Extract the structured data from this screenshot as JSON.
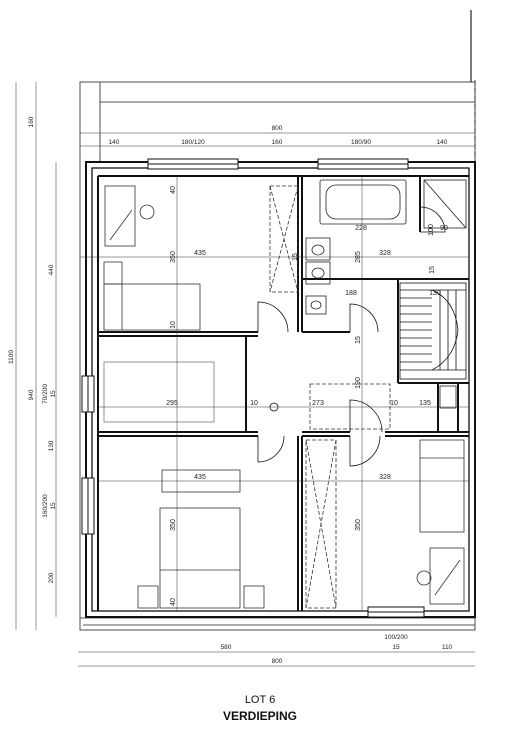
{
  "caption": {
    "lot": "LOT 6",
    "level": "VERDIEPING"
  },
  "dimensions": {
    "top_total": "800",
    "top_segments": [
      "140",
      "180/120",
      "160",
      "180/90",
      "140"
    ],
    "bottom_segments": [
      "580",
      "15",
      "110"
    ],
    "bottom_total": "800",
    "bottom_window": "100/200",
    "left_outer": "1100",
    "left_inner": "940",
    "left_overhang": "160",
    "left_segments": [
      "440",
      "70/200",
      "15",
      "130",
      "160/200",
      "15",
      "200"
    ],
    "room_front_left": {
      "width": "435",
      "depth": "350",
      "wall": "40",
      "partition": "10"
    },
    "bath": {
      "width": "228",
      "partition": "15",
      "wall": "285"
    },
    "shower": {
      "width": "100",
      "wall": "90"
    },
    "room_front_right": {
      "width": "328",
      "partition": "15"
    },
    "wc": {
      "width": "188"
    },
    "stairs": {
      "width": "130"
    },
    "landing": {
      "depth": "190",
      "wall": "15"
    },
    "closet_left": {
      "width": "295",
      "partition": "10"
    },
    "hall": {
      "width": "273",
      "partition": "10"
    },
    "storage": {
      "width": "135"
    },
    "room_back_left": {
      "width": "435",
      "depth": "350",
      "wall": "40"
    },
    "room_back_right": {
      "width": "328",
      "depth": "350"
    }
  }
}
